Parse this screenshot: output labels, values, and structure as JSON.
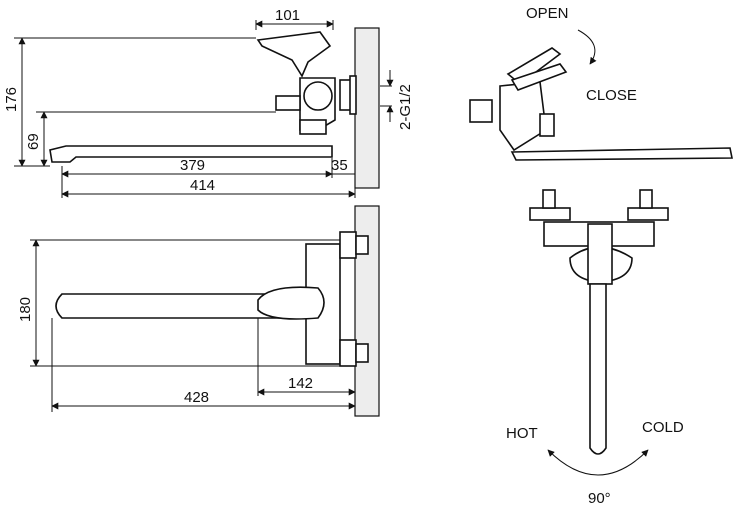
{
  "side_view": {
    "dim_top": "101",
    "dim_height": "176",
    "dim_spout_height": "69",
    "dim_thread": "2-G1/2",
    "dim_spout": "379",
    "dim_wall": "35",
    "dim_total": "414"
  },
  "top_view": {
    "dim_centers": "180",
    "dim_handle": "142",
    "dim_length": "428"
  },
  "lever_view": {
    "open": "OPEN",
    "close": "CLOSE"
  },
  "front_view": {
    "hot": "HOT",
    "cold": "COLD",
    "angle": "90°"
  }
}
